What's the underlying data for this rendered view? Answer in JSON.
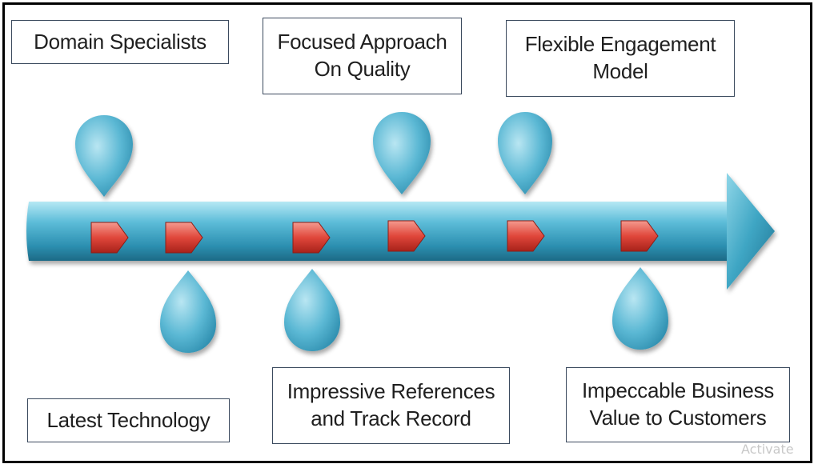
{
  "diagram": {
    "items": [
      {
        "label": "Domain Specialists"
      },
      {
        "label": "Focused Approach\nOn Quality"
      },
      {
        "label": "Flexible Engagement\nModel"
      },
      {
        "label": "Latest Technology"
      },
      {
        "label": "Impressive References\nand Track Record"
      },
      {
        "label": "Impeccable Business\nValue to Customers"
      }
    ]
  },
  "colors": {
    "arrow_light": "#8fd6e8",
    "arrow_mid": "#3fa6c4",
    "arrow_dark": "#1f7291",
    "drop_light": "#9fd9ea",
    "drop_dark": "#2a8aab",
    "marker_light": "#f07a6e",
    "marker_dark": "#b3261e"
  },
  "watermark": "Activate"
}
